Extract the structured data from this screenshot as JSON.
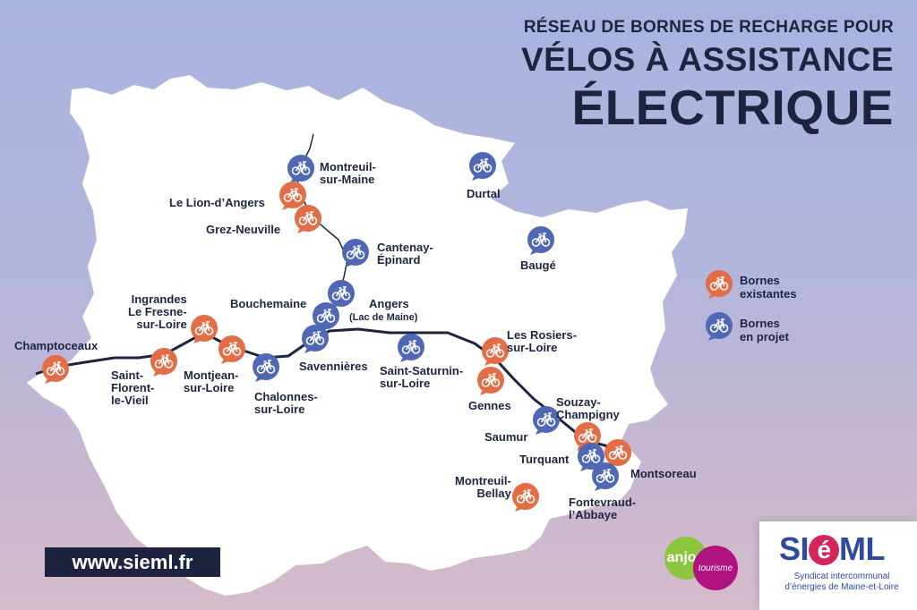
{
  "title": {
    "line_small": "RÉSEAU DE BORNES DE RECHARGE POUR",
    "line_1": "VÉLOS À ASSISTANCE",
    "line_2": "ÉLECTRIQUE"
  },
  "colors": {
    "existing": "#e36d47",
    "planned": "#4f67b4",
    "river": "#1e2440",
    "land": "#ffffff",
    "title": "#1e2440"
  },
  "legend": {
    "existing_label": "Bornes\nexistantes",
    "planned_label": "Bornes\nen projet"
  },
  "places": [
    {
      "name": "Montreuil-\nsur-Maine",
      "status": "planned"
    },
    {
      "name": "Le Lion-d’Angers",
      "status": "existing"
    },
    {
      "name": "Grez-Neuville",
      "status": "existing"
    },
    {
      "name": "Durtal",
      "status": "planned"
    },
    {
      "name": "Cantenay-\nÉpinard",
      "status": "planned"
    },
    {
      "name": "Baugé",
      "status": "planned"
    },
    {
      "name": "Bouchemaine",
      "status": "planned"
    },
    {
      "name": "Angers",
      "status": "planned"
    },
    {
      "name": "(Lac de Maine)",
      "status": "planned"
    },
    {
      "name": "Savennières",
      "status": "planned"
    },
    {
      "name": "Ingrandes\nLe Fresne-\nsur-Loire",
      "status": "existing"
    },
    {
      "name": "Champtoceaux",
      "status": "existing"
    },
    {
      "name": "Saint-\nFlorent-\nle-Vieil",
      "status": "existing"
    },
    {
      "name": "Montjean-\nsur-Loire",
      "status": "existing"
    },
    {
      "name": "Chalonnes-\nsur-Loire",
      "status": "planned"
    },
    {
      "name": "Saint-Saturnin-\nsur-Loire",
      "status": "planned"
    },
    {
      "name": "Les Rosiers-\nsur-Loire",
      "status": "existing"
    },
    {
      "name": "Gennes",
      "status": "existing"
    },
    {
      "name": "Saumur",
      "status": "planned"
    },
    {
      "name": "Souzay-\nChampigny",
      "status": "existing"
    },
    {
      "name": "Turquant",
      "status": "planned"
    },
    {
      "name": "Montsoreau",
      "status": "existing"
    },
    {
      "name": "Fontevraud-\nl’Abbaye",
      "status": "planned"
    },
    {
      "name": "Montreuil-\nBellay",
      "status": "existing"
    }
  ],
  "footer": {
    "url": "www.sieml.fr",
    "anjou_logo_1": "anjou",
    "anjou_logo_2": "tourisme",
    "sieml_name_pre": "SI",
    "sieml_name_e": "é",
    "sieml_name_post": "ML",
    "sieml_tagline": "Syndicat intercommunal\nd’énergies de Maine-et-Loire"
  }
}
